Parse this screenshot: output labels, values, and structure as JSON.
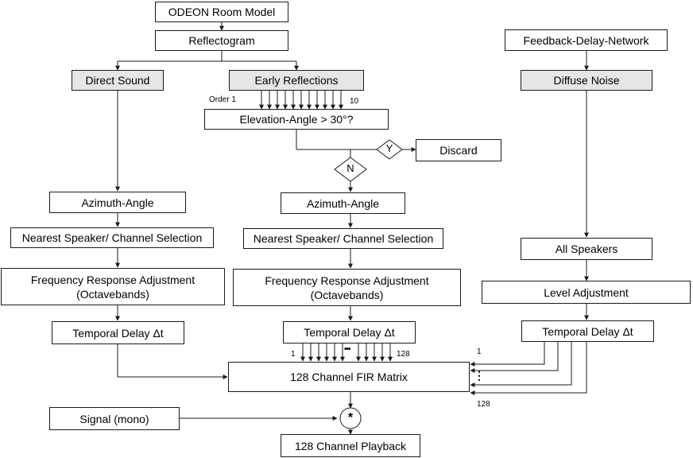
{
  "boxes": {
    "odeon": "ODEON Room Model",
    "reflectogram": "Reflectogram",
    "direct_sound": "Direct Sound",
    "early_reflections": "Early Reflections",
    "elevation": "Elevation-Angle > 30°?",
    "discard": "Discard",
    "azimuth_left": "Azimuth-Angle",
    "nearest_left": "Nearest Speaker/ Channel Selection",
    "freq_left_line1": "Frequency Response Adjustment",
    "freq_left_line2": "(Octavebands)",
    "delay_left": "Temporal Delay Δt",
    "azimuth_mid": "Azimuth-Angle",
    "nearest_mid": "Nearest Speaker/ Channel Selection",
    "freq_mid_line1": "Frequency Response Adjustment",
    "freq_mid_line2": "(Octavebands)",
    "delay_mid": "Temporal Delay Δt",
    "fdn": "Feedback-Delay-Network",
    "diffuse_noise": "Diffuse Noise",
    "all_speakers": "All Speakers",
    "level_adjustment": "Level Adjustment",
    "delay_right": "Temporal Delay Δt",
    "fir_matrix": "128 Channel FIR Matrix",
    "signal": "Signal (mono)",
    "playback": "128 Channel Playback"
  },
  "decisions": {
    "yes": "Y",
    "no": "N"
  },
  "operator": "*",
  "labels": {
    "order_start": "Order 1",
    "order_end": "10",
    "fir_top_start": "1",
    "fir_top_end": "128",
    "fir_top_dots": "•••",
    "right_start": "1",
    "right_end": "128",
    "right_dots": "⋮"
  }
}
